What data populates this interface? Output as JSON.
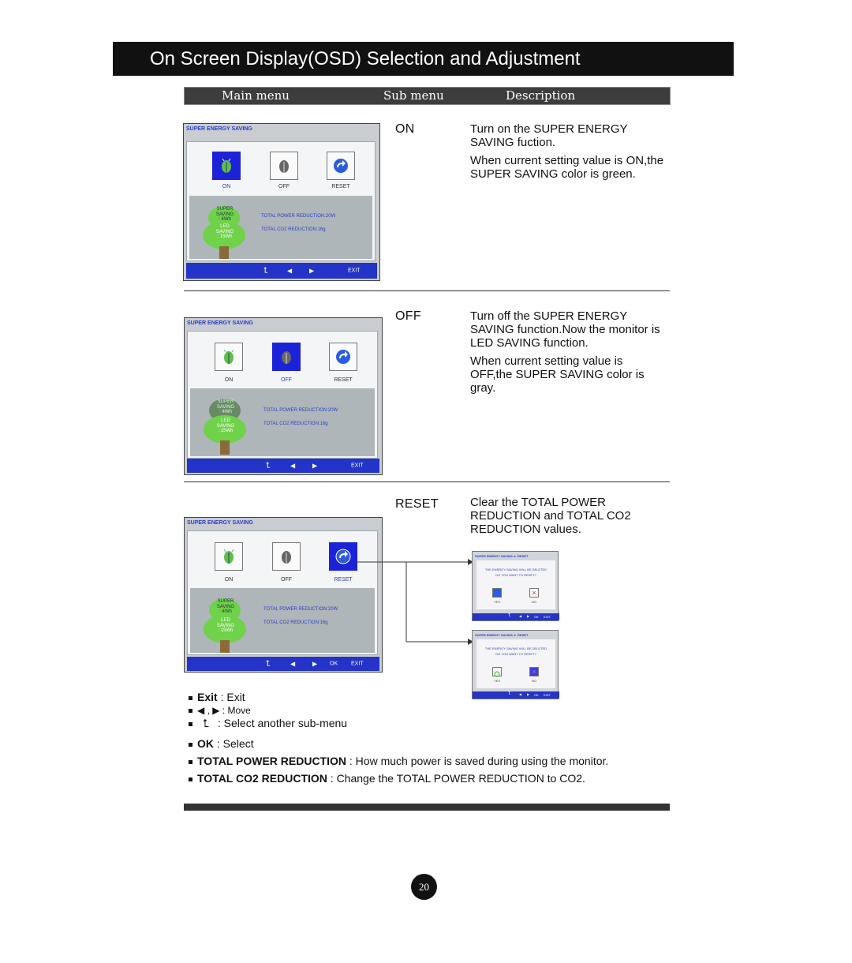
{
  "title": "On Screen Display(OSD) Selection and Adjustment",
  "columns": {
    "main": "Main menu",
    "sub": "Sub menu",
    "desc": "Description"
  },
  "osd": {
    "header": "SUPER ENERGY SAVING",
    "on": "ON",
    "off": "OFF",
    "reset": "RESET",
    "super1": "SUPER",
    "super2": "SAVING",
    "super3": ": 4Wh",
    "led1": "LED",
    "led2": "SAVING",
    "led3": ": 15Wh",
    "total_power": "TOTAL POWER REDUCTION:20W",
    "total_co2": "TOTAL CO2 REDUCTION:16g",
    "ok": "OK",
    "exit": "EXIT",
    "colors": {
      "selected": "#1c22d8",
      "footer": "#2434c8",
      "super_on": "#6fd24a",
      "super_off": "#6a8a66",
      "led_on": "#6fd24a"
    }
  },
  "rows": [
    {
      "sub": "ON",
      "desc": [
        "Turn on the SUPER ENERGY SAVING fuction.",
        "When current setting value is ON,the SUPER SAVING color is green."
      ]
    },
    {
      "sub": "OFF",
      "desc": [
        "Turn off the SUPER ENERGY SAVING function.Now the monitor is LED SAVING function.",
        "When current setting value is OFF,the SUPER SAVING color is gray."
      ]
    },
    {
      "sub": "RESET",
      "desc": [
        "Clear the TOTAL POWER REDUCTION and TOTAL CO2 REDUCTION values."
      ]
    }
  ],
  "dialog": {
    "header": "SUPER ENERGY SAVING ► RESET",
    "msg1": "THE ENERGY SAVING WILL BE DELETED",
    "msg2": "DO YOU WANT TO RESET?",
    "yes": "YES",
    "no": "NO",
    "ok": "OK",
    "exit": "EXIT"
  },
  "legend": {
    "exit_key": "Exit",
    "exit_text": " : Exit",
    "move_text": " : Move",
    "submenu_text": " : Select another sub-menu",
    "ok_key": "OK",
    "ok_text": " : Select",
    "tpr_key": "TOTAL POWER REDUCTION",
    "tpr_text": " : How much power is saved during using the monitor.",
    "tco2_key": "TOTAL CO2 REDUCTION",
    "tco2_text": " : Change the TOTAL POWER REDUCTION to CO2."
  },
  "page_number": "20"
}
